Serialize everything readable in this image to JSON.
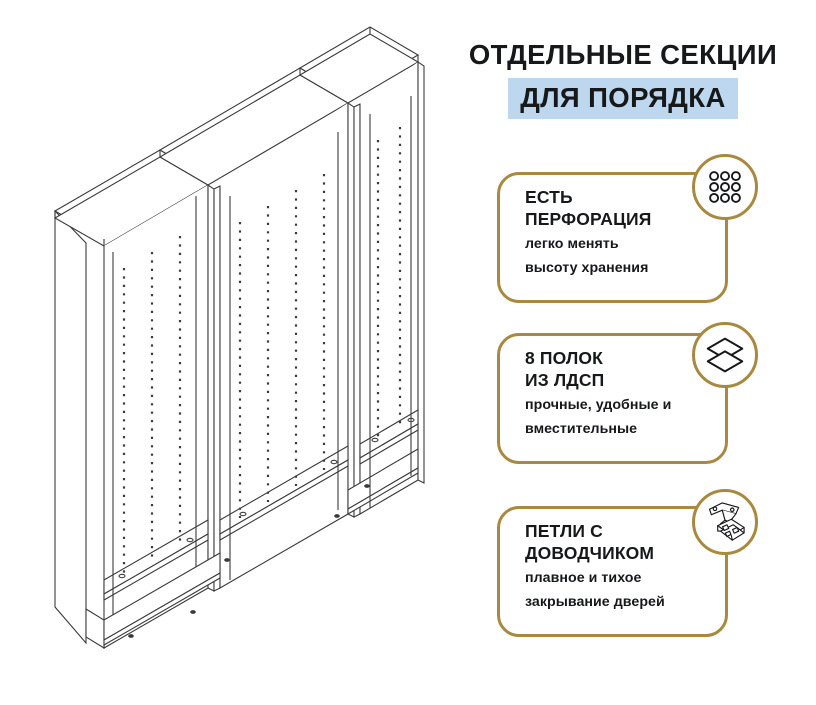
{
  "headline": {
    "line1": "ОТДЕЛЬНЫЕ СЕКЦИИ",
    "line2": "ДЛЯ ПОРЯДКА",
    "highlight_color": "#bdd7ee",
    "text_color": "#16181a"
  },
  "theme": {
    "accent_gold": "#a8893f",
    "background": "#ffffff",
    "line_art_stroke": "#3b3b3b"
  },
  "illustration": {
    "name": "wardrobe-carcass-isometric",
    "description": "Изометрический каркас шкафа из трёх секций с перфорацией",
    "sections": 3
  },
  "cards": [
    {
      "id": "perforation",
      "title_line1": "ЕСТЬ",
      "title_line2": "ПЕРФОРАЦИЯ",
      "sub_line1": "легко менять",
      "sub_line2": "высоту хранения",
      "icon": "perforation-grid-icon"
    },
    {
      "id": "shelves",
      "title_line1": "8 ПОЛОК",
      "title_line2": "ИЗ ЛДСП",
      "sub_line1": "прочные, удобные и",
      "sub_line2": "вместительные",
      "icon": "stacked-shelves-icon"
    },
    {
      "id": "hinges",
      "title_line1": "ПЕТЛИ С",
      "title_line2": "ДОВОДЧИКОМ",
      "sub_line1": "плавное и тихое",
      "sub_line2": "закрывание дверей",
      "icon": "cabinet-hinge-icon"
    }
  ]
}
